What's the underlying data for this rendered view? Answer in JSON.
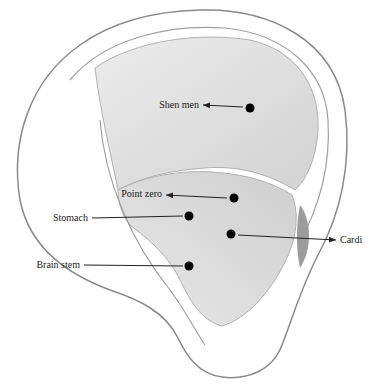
{
  "diagram": {
    "labels": [
      "Shen men",
      "Point zero",
      "Stomach",
      "Cardi",
      "Brain stem"
    ]
  }
}
